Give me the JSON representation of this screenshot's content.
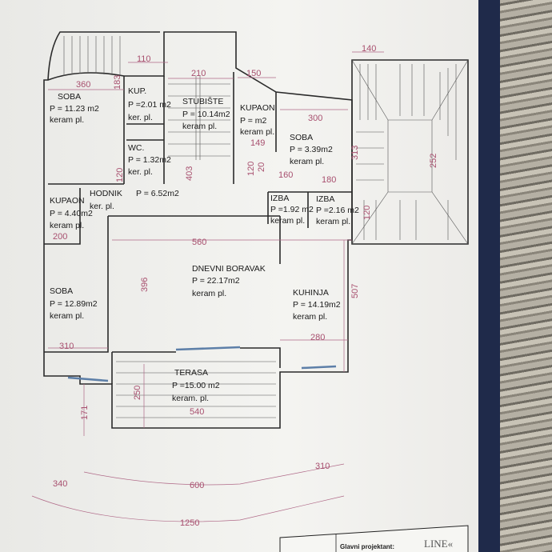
{
  "rooms": [
    {
      "name": "SOBA",
      "area": "P = 11.23 m2",
      "floor": "keram pl."
    },
    {
      "name": "KUP.",
      "area": "P =2.01 m2",
      "floor": "ker. pl."
    },
    {
      "name": "STUBIŠTE",
      "area": "P = 10.14m2",
      "floor": "keram pl."
    },
    {
      "name": "KUPAON",
      "area": "P = m2",
      "floor": "keram pl."
    },
    {
      "name": "SOBA",
      "area": "P = 3.39m2",
      "floor": "keram pl."
    },
    {
      "name": "WC.",
      "area": "P = 1.32m2",
      "floor": "ker. pl."
    },
    {
      "name": "HODNIK",
      "area": "P = 6.52m2",
      "floor": "ker. pl."
    },
    {
      "name": "KUPAON",
      "area": "P = 4.40m2",
      "floor": "keram pl."
    },
    {
      "name": "IZBA",
      "area": "P =1.92 m2",
      "floor": "keram pl."
    },
    {
      "name": "IZBA",
      "area": "P =2.16 m2",
      "floor": "keram pl."
    },
    {
      "name": "DNEVNI BORAVAK",
      "area": "P = 22.17m2",
      "floor": "keram pl."
    },
    {
      "name": "KUHINJA",
      "area": "P = 14.19m2",
      "floor": "keram pl."
    },
    {
      "name": "SOBA",
      "area": "P = 12.89m2",
      "floor": "keram pl."
    },
    {
      "name": "TERASA",
      "area": "P =15.00 m2",
      "floor": "keram. pl."
    }
  ],
  "dimensions": [
    "140",
    "110",
    "210",
    "150",
    "360",
    "183",
    "403",
    "300",
    "313",
    "149",
    "120",
    "20",
    "120",
    "160",
    "180",
    "252",
    "120",
    "200",
    "560",
    "396",
    "507",
    "310",
    "280",
    "250",
    "171",
    "540",
    "340",
    "600",
    "310",
    "1250"
  ],
  "title_block": {
    "label": "Glavni projektant:",
    "brand": "LINE«"
  }
}
